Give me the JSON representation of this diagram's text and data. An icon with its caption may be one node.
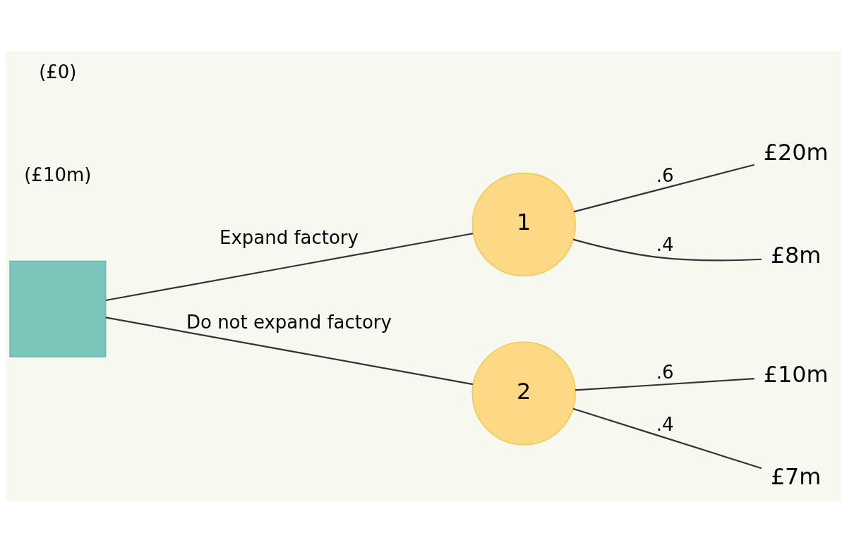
{
  "diagram": {
    "nodes": [
      {
        "text": [],
        "shape": "box"
      },
      {
        "text": [
          "1"
        ]
      },
      {
        "text": [
          "2"
        ]
      },
      {
        "text": [
          "£20m"
        ]
      },
      {
        "text": [
          "£8m"
        ]
      },
      {
        "text": [
          "£10m"
        ]
      },
      {
        "text": [
          "£7m"
        ]
      }
    ],
    "edges": [
      {
        "from": 0,
        "to": 1,
        "arrow": "none",
        "label": "Expand factory"
      },
      {
        "from": 0,
        "to": 2,
        "arrow": "none",
        "label": "Do not expand factory"
      },
      {
        "from": 1,
        "to": 3,
        "arrow": "none",
        "label": ".6"
      },
      {
        "from": 1,
        "to": 4,
        "arrow": "none",
        "label": ".4"
      },
      {
        "from": 2,
        "to": 5,
        "arrow": "none",
        "label": ".6"
      },
      {
        "from": 2,
        "to": 6,
        "arrow": "none",
        "label": ".4"
      }
    ],
    "labels": [
      "(£10m)",
      "(£0)"
    ]
  }
}
